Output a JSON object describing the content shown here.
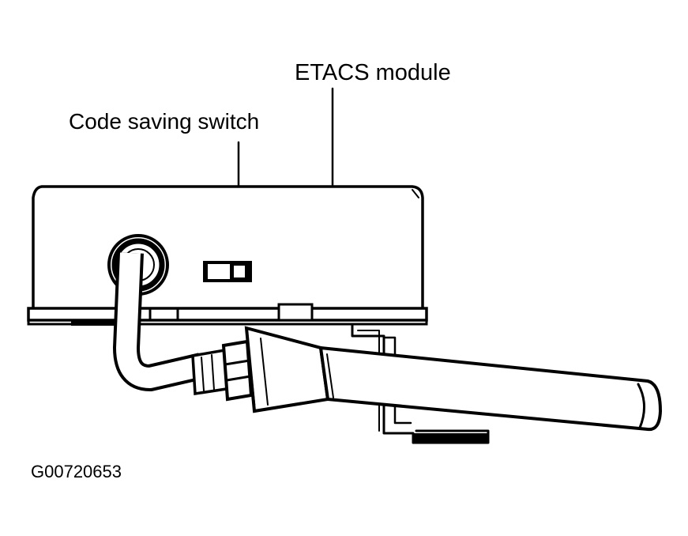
{
  "labels": {
    "etacs_module": "ETACS module",
    "code_saving_switch": "Code saving switch",
    "figure_id": "G00720653"
  },
  "colors": {
    "ink": "#000000",
    "background": "#ffffff"
  }
}
